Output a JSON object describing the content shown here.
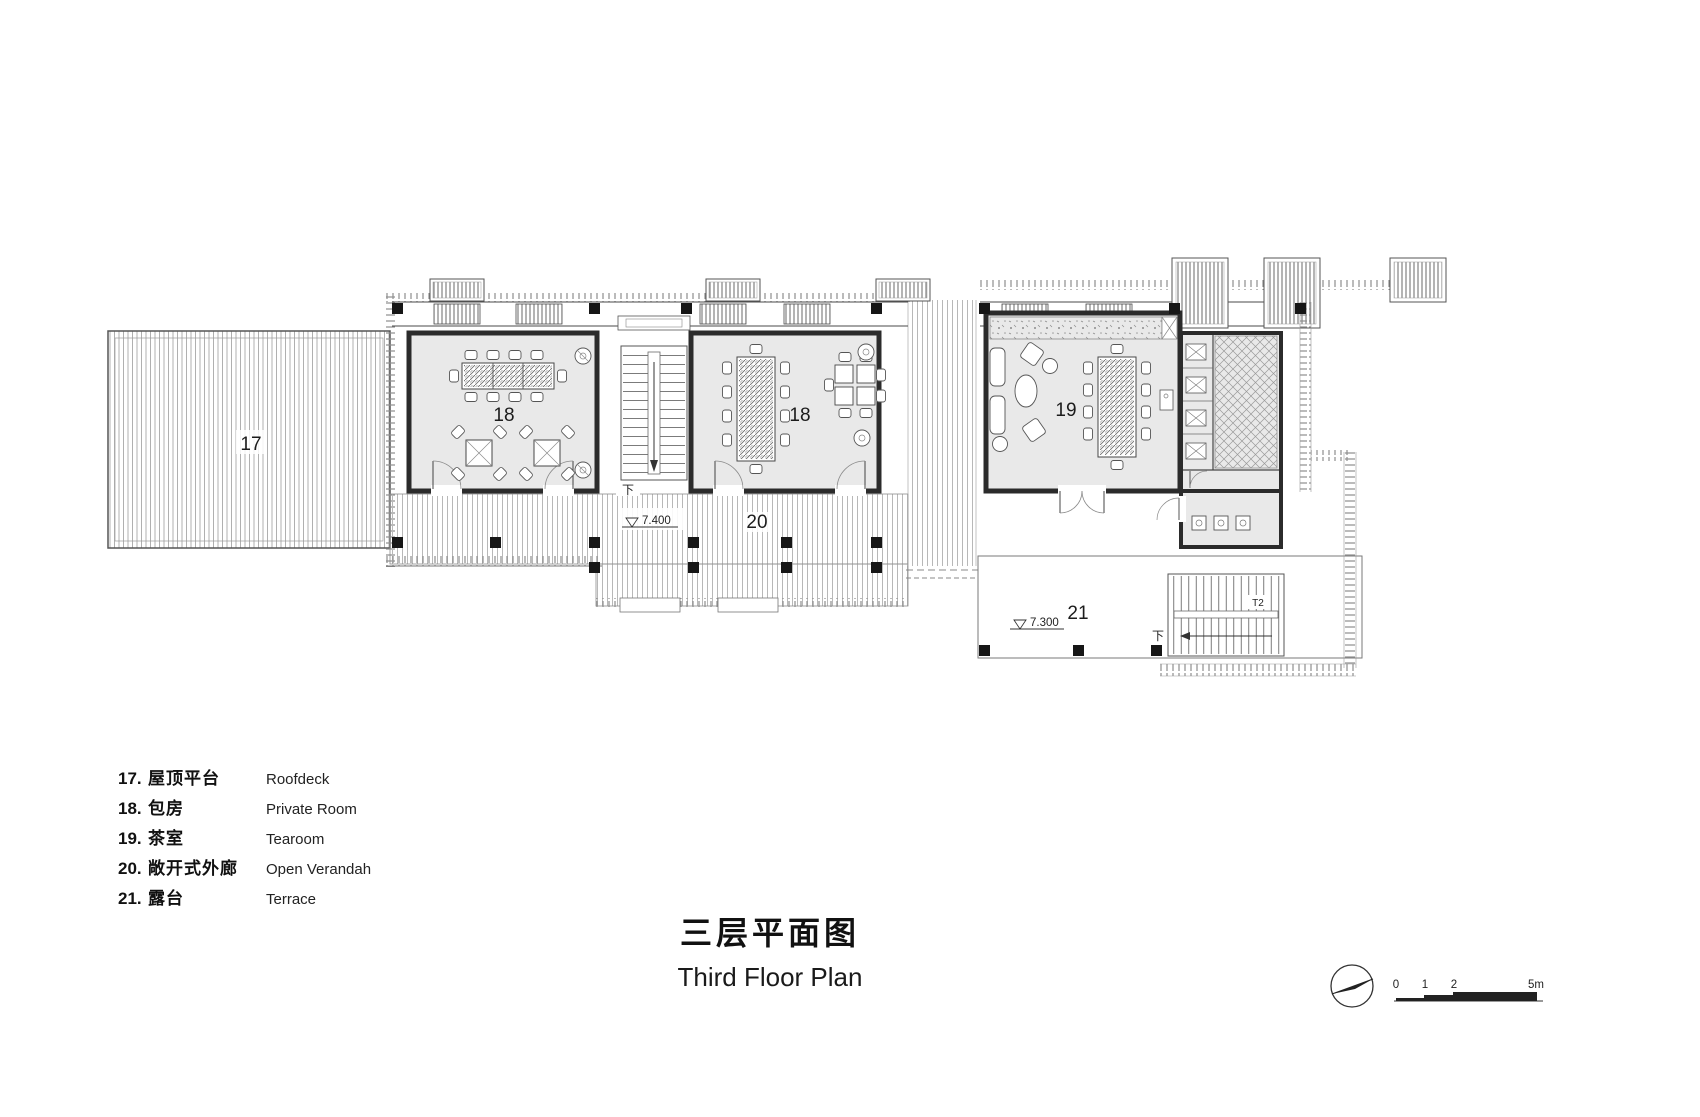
{
  "plan": {
    "rooms": {
      "roofdeck": "17",
      "private_room_left": "18",
      "private_room_right": "18",
      "tearoom": "19",
      "open_verandah": "20",
      "terrace": "21"
    },
    "levels": {
      "verandah": "7.400",
      "terrace": "7.300"
    },
    "stairs": {
      "main_down": "下",
      "t2_down": "下",
      "t2_label": "T2"
    }
  },
  "legend": {
    "items": [
      {
        "num": "17.",
        "zh": "屋顶平台",
        "en": "Roofdeck"
      },
      {
        "num": "18.",
        "zh": "包房",
        "en": "Private Room"
      },
      {
        "num": "19.",
        "zh": "茶室",
        "en": "Tearoom"
      },
      {
        "num": "20.",
        "zh": "敞开式外廊",
        "en": "Open Verandah"
      },
      {
        "num": "21.",
        "zh": "露台",
        "en": "Terrace"
      }
    ]
  },
  "title": {
    "zh": "三层平面图",
    "en": "Third Floor Plan"
  },
  "scale_bar": {
    "ticks": [
      "0",
      "1",
      "2",
      "5m"
    ]
  }
}
